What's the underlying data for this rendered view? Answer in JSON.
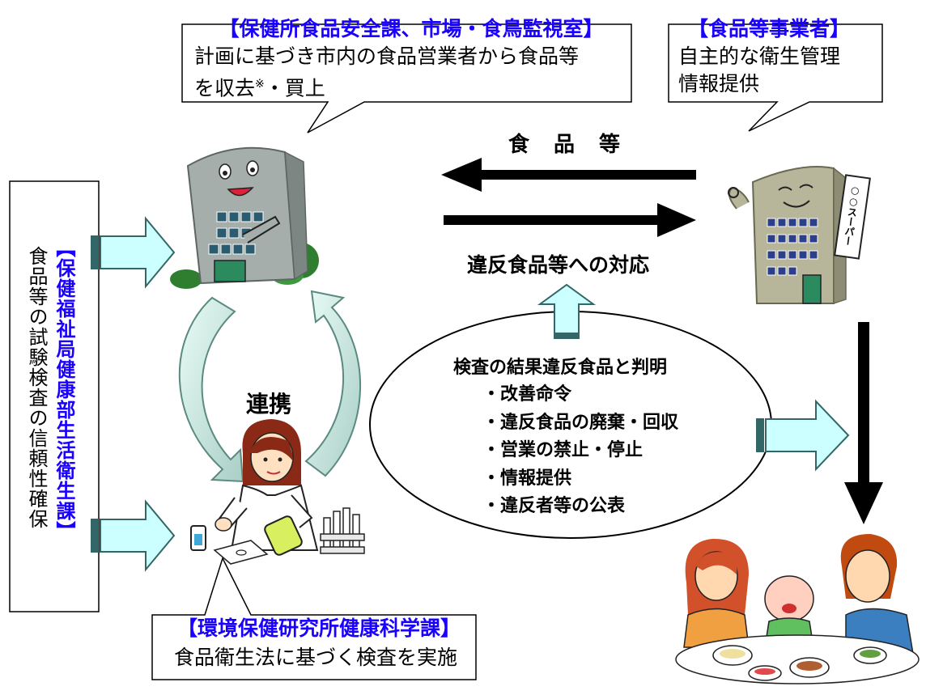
{
  "health_center": {
    "title": "【保健所食品安全課、市場・食鳥監視室】",
    "line1": "計画に基づき市内の食品営業者から食品等",
    "line2a": "を収去",
    "line2_mark": "※",
    "line2b": "・買上"
  },
  "business": {
    "title": "【食品等事業者】",
    "line1": "自主的な衛生管理",
    "line2": "情報提供"
  },
  "left_panel": {
    "title": "【保健福祉局健康部生活衛生課】",
    "body": "食品等の試験検査の信頼性確保"
  },
  "institute": {
    "title": "【環境保健研究所健康科学課】",
    "body": "食品衛生法に基づく検査を実施"
  },
  "labels": {
    "food": "食　品　等",
    "response": "違反食品等への対応",
    "cooperation": "連携"
  },
  "violation": {
    "heading": "検査の結果違反食品と判明",
    "items": [
      "・改善命令",
      "・違反食品の廃棄・回収",
      "・営業の禁止・停止",
      "・情報提供",
      "・違反者等の公表"
    ]
  },
  "building_sign": "○○スーパー",
  "colors": {
    "accent_blue": "#1a00ff",
    "arrow_fill": "#ccffff",
    "arrow_stroke": "#336666",
    "building": "#9aa4a0",
    "stroke": "#000000"
  }
}
